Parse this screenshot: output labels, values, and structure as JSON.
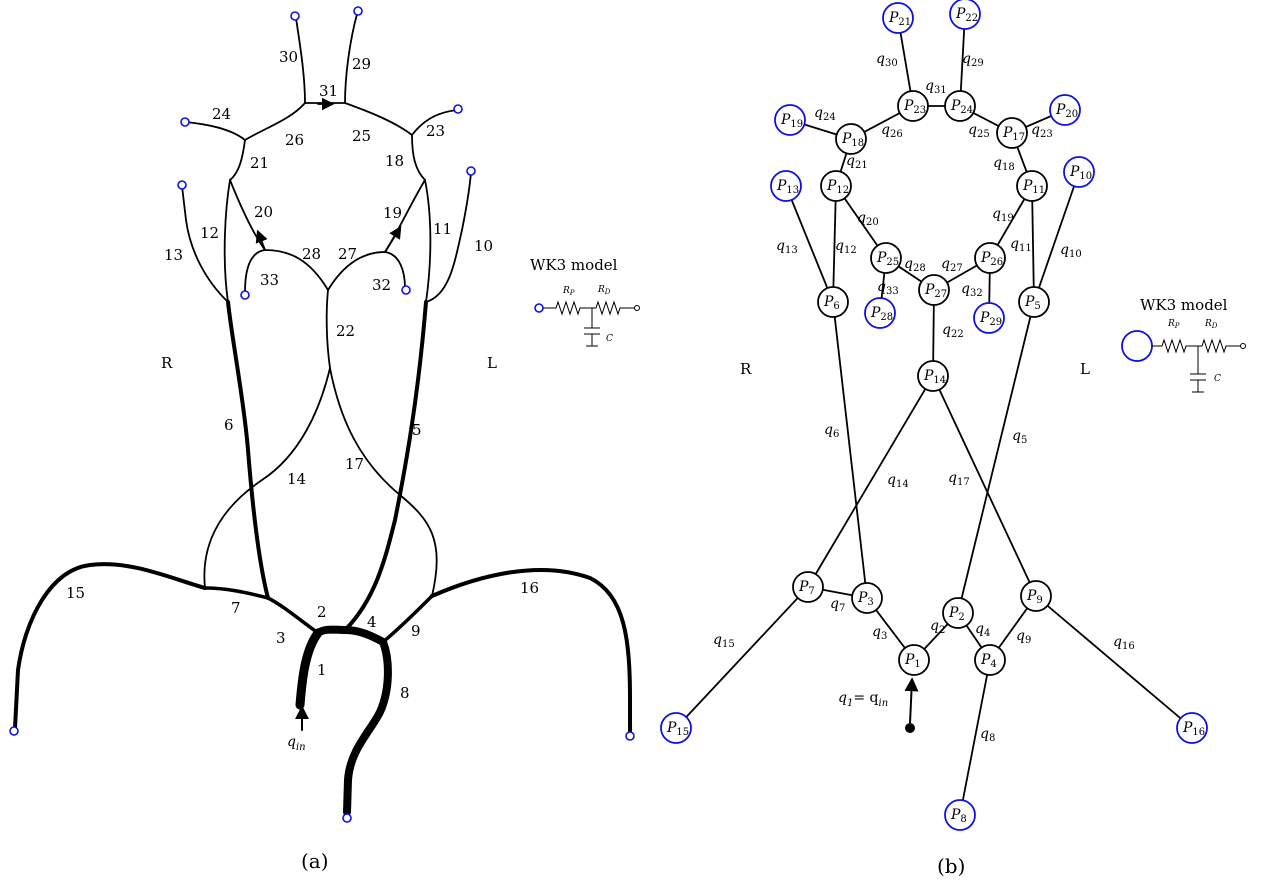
{
  "captions": {
    "a": "(a)",
    "b": "(b)"
  },
  "side_labels": {
    "right": "R",
    "left": "L"
  },
  "wk3": {
    "title": "WK3 model",
    "rp": "R",
    "rp_sub": "P",
    "rd": "R",
    "rd_sub": "D",
    "c": "C"
  },
  "panel_a": {
    "inflow": "q",
    "inflow_sub": "in",
    "segment_labels": [
      "1",
      "2",
      "3",
      "4",
      "5",
      "6",
      "7",
      "8",
      "9",
      "10",
      "11",
      "12",
      "13",
      "14",
      "15",
      "16",
      "17",
      "18",
      "19",
      "20",
      "21",
      "22",
      "23",
      "24",
      "25",
      "26",
      "27",
      "28",
      "29",
      "30",
      "31",
      "32",
      "33"
    ]
  },
  "panel_b": {
    "inflow_eq": "= q",
    "inflow_sub": "in",
    "nodes": [
      "1",
      "2",
      "3",
      "4",
      "5",
      "6",
      "7",
      "8",
      "9",
      "10",
      "11",
      "12",
      "13",
      "14",
      "15",
      "16",
      "17",
      "18",
      "19",
      "20",
      "21",
      "22",
      "23",
      "24",
      "25",
      "26",
      "27",
      "28",
      "29"
    ],
    "flows": [
      "1",
      "2",
      "3",
      "4",
      "5",
      "6",
      "7",
      "8",
      "9",
      "10",
      "11",
      "12",
      "13",
      "14",
      "15",
      "16",
      "17",
      "18",
      "19",
      "20",
      "21",
      "22",
      "23",
      "24",
      "25",
      "26",
      "27",
      "28",
      "29",
      "30",
      "31",
      "32",
      "33"
    ]
  },
  "colors": {
    "outlet": "#1010e0",
    "line": "#000000"
  }
}
